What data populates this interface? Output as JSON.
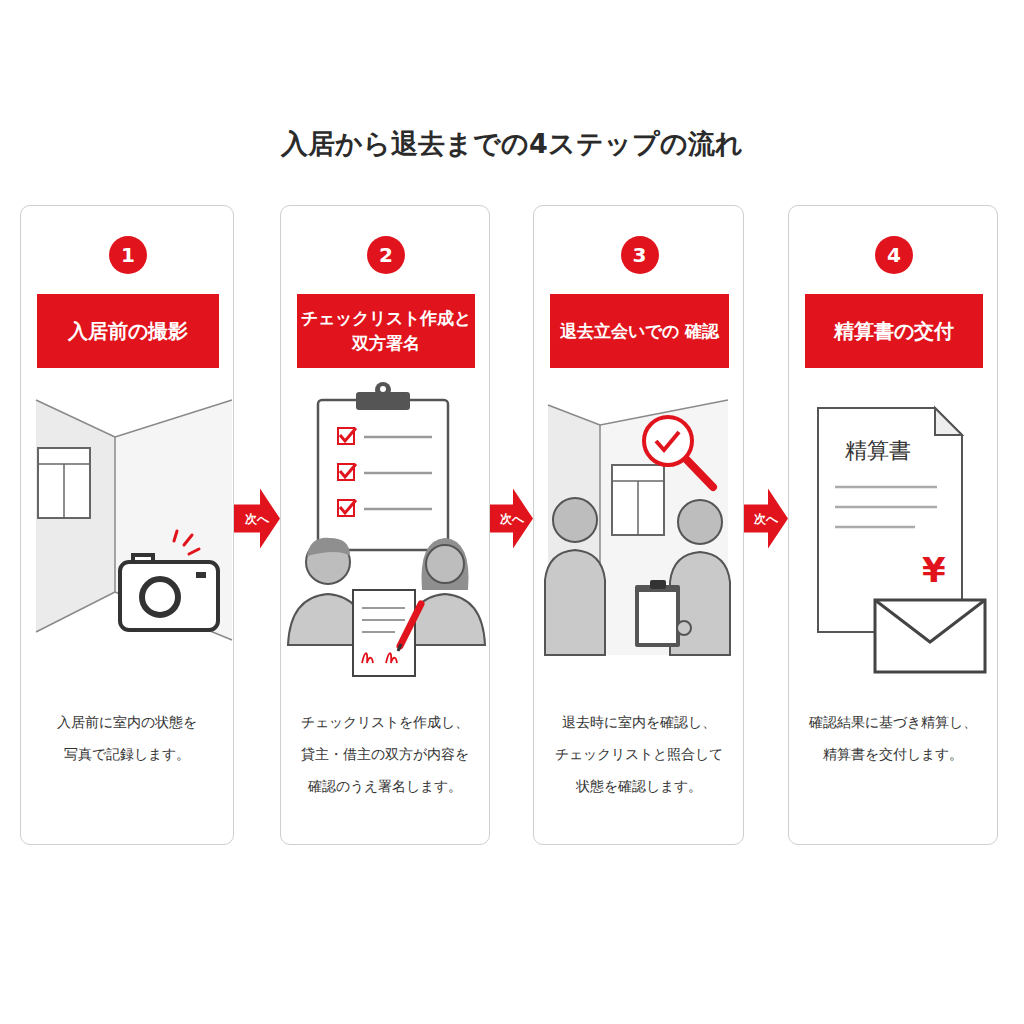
{
  "diagram": {
    "title": "入居から退去までの4ステップの流れ",
    "nodes": [
      {
        "text": [
          "入居前に室内の状態を 写真で記録します。"
        ]
      },
      {
        "text": [
          "1"
        ],
        "in": 0
      },
      {
        "text": [
          "入居前の撮影"
        ],
        "in": 0
      },
      {
        "text": [
          "チェックリストを作成し、 貸主・借主の双方が内容を 確認のうえ署名します。"
        ]
      },
      {
        "text": [
          "2"
        ],
        "in": 3
      },
      {
        "text": [
          "チェックリスト作成と 双方署名"
        ],
        "in": 3
      },
      {
        "text": [
          "退去時に室内を確認し、 チェックリストと照合して 状態を確認します。"
        ]
      },
      {
        "text": [
          "3"
        ],
        "in": 6
      },
      {
        "text": [
          "退去立会いでの 確認"
        ],
        "in": 6
      },
      {
        "text": [
          "確認結果に基づき精算し、 精算書を交付します。"
        ]
      },
      {
        "text": [
          "4"
        ],
        "in": 9
      },
      {
        "text": [
          "精算書の交付"
        ],
        "in": 9
      }
    ],
    "edges": [
      {
        "from": 0,
        "to": 3,
        "label": "次へ",
        "arrow": "to"
      },
      {
        "from": 3,
        "to": 6,
        "label": "次へ",
        "arrow": "to"
      },
      {
        "from": 6,
        "to": 9,
        "label": "次へ",
        "arrow": "to"
      }
    ],
    "labels": [
      "精算書",
      "¥"
    ]
  }
}
